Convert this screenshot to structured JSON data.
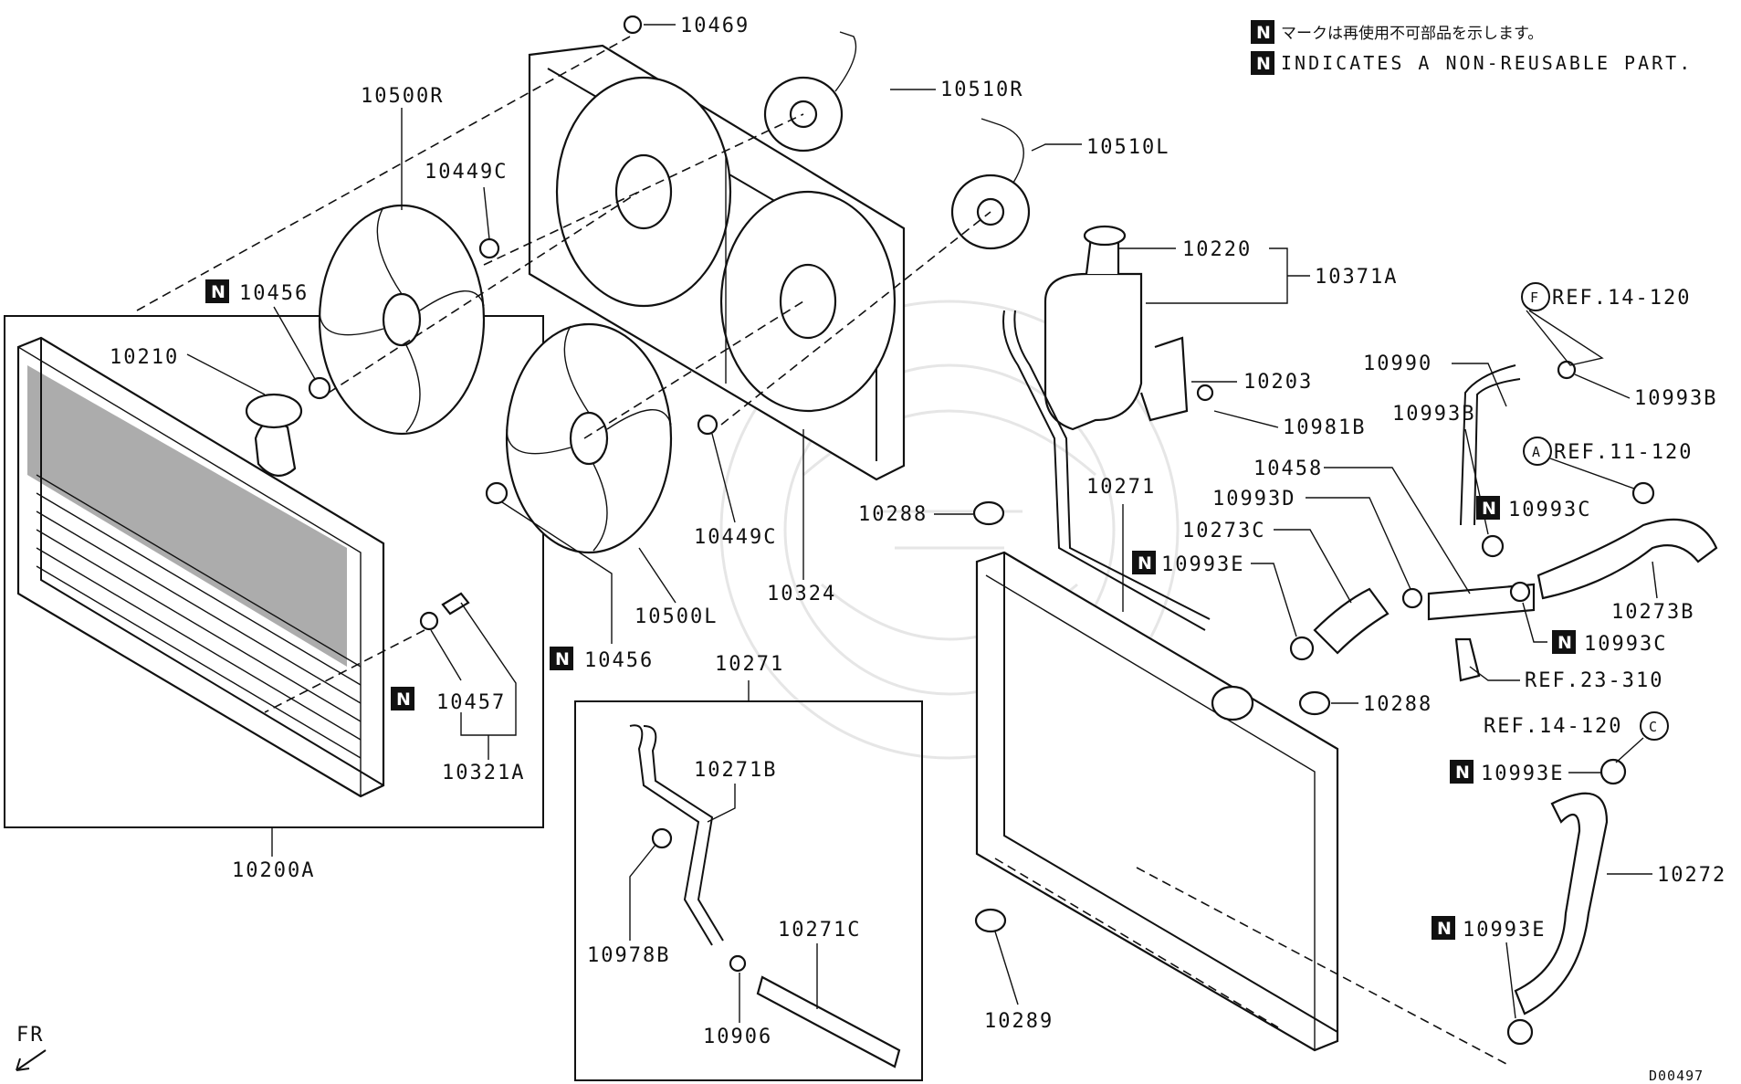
{
  "legend": {
    "badge": "N",
    "note_jp": "マークは再使用不可部品を示します。",
    "note_en": "INDICATES A NON-REUSABLE PART."
  },
  "labels": {
    "p10469": "10469",
    "p10500R": "10500R",
    "p10510R": "10510R",
    "p10510L": "10510L",
    "p10449C_top": "10449C",
    "p10456_top": "10456",
    "p10210": "10210",
    "p10220": "10220",
    "p10371A": "10371A",
    "refF": "REF.14-120",
    "circleF": "F",
    "p10203": "10203",
    "p10990": "10990",
    "p10993B_top": "10993B",
    "p10981B": "10981B",
    "p10993B_mid": "10993B",
    "refA": "REF.11-120",
    "circleA": "A",
    "p10458": "10458",
    "p10993D": "10993D",
    "p10993C_top": "10993C",
    "p10271_main": "10271",
    "p10288_top": "10288",
    "p10449C_bot": "10449C",
    "p10273C": "10273C",
    "p10993E_top": "10993E",
    "p10324": "10324",
    "p10273B": "10273B",
    "p10500L": "10500L",
    "p10993C_bot": "10993C",
    "p10456_bot": "10456",
    "ref23": "REF.23-310",
    "p10271_box": "10271",
    "p10457": "10457",
    "p10288_bot": "10288",
    "refC": "REF.14-120",
    "circleC": "C",
    "p10321A": "10321A",
    "p10271B": "10271B",
    "p10993E_mid": "10993E",
    "p10200A": "10200A",
    "p10272": "10272",
    "p10271C": "10271C",
    "p10978B": "10978B",
    "p10993E_bot": "10993E",
    "p10289": "10289",
    "p10906": "10906",
    "fr": "FR",
    "drawing_no": "D00497"
  }
}
